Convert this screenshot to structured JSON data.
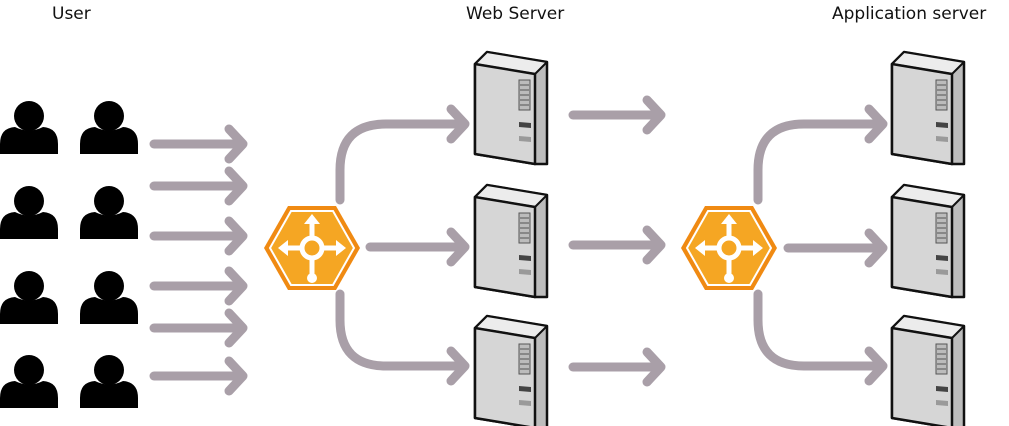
{
  "labels": {
    "user": "User",
    "web_server": "Web Server",
    "application_server": "Application server"
  },
  "diagram": {
    "user_count": 8,
    "incoming_request_arrows": 6,
    "load_balancers": 2,
    "web_servers": 3,
    "application_servers": 3
  },
  "colors": {
    "arrow": "#a99fa8",
    "balancer_outer": "#f08a12",
    "balancer_inner": "#f5a623",
    "user": "#000000",
    "server_body": "#d9d9d9",
    "server_side": "#ececec"
  },
  "icons": {
    "user": "user-icon",
    "balancer": "load-balancer-icon",
    "server": "server-tower-icon"
  }
}
